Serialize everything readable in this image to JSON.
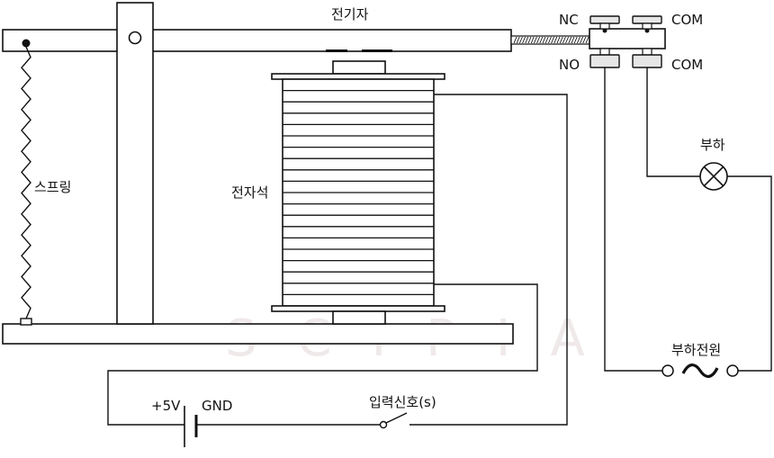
{
  "labels": {
    "armature": "전기자",
    "spring": "스프링",
    "electromagnet": "전자석",
    "nc": "NC",
    "com_top": "COM",
    "no": "NO",
    "com_bottom": "COM",
    "load": "부하",
    "load_power": "부하전원",
    "plus5v": "+5V",
    "gnd": "GND",
    "input_signal": "입력신호(s)"
  },
  "watermark": "SCIPIA",
  "coil_turns": 19,
  "spring_zigzags": 26,
  "colors": {
    "line": "#111111",
    "fill": "#ffffff",
    "contact_fill": "#e6e6e6",
    "watermark": "#f0e9e9"
  }
}
